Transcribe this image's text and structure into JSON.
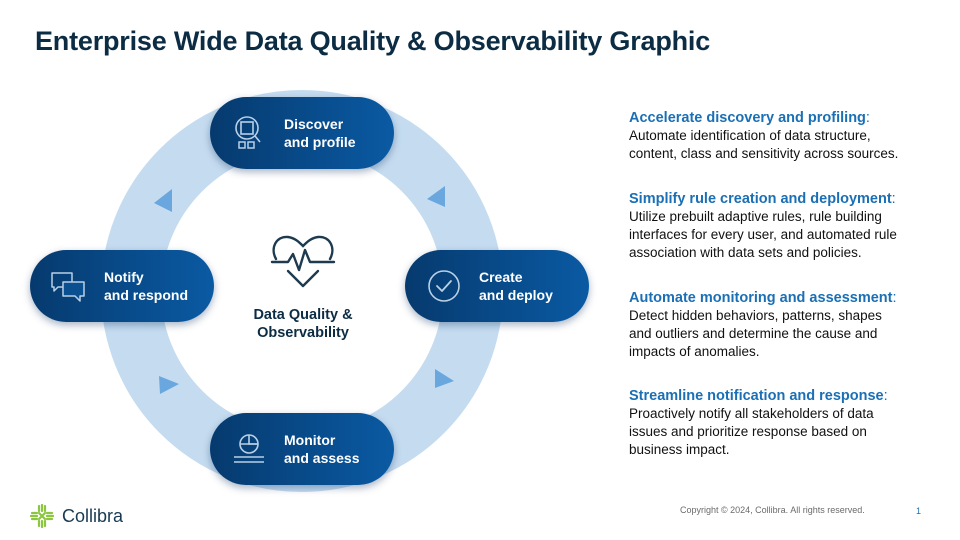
{
  "slide": {
    "title": "Enterprise Wide Data Quality & Observability Graphic"
  },
  "diagram": {
    "center": {
      "icon": "heart-pulse-icon",
      "line1": "Data Quality &",
      "line2": "Observability"
    },
    "steps": [
      {
        "id": "discover",
        "icon": "magnifier-grid-icon",
        "line1": "Discover",
        "line2": "and profile"
      },
      {
        "id": "create",
        "icon": "check-circle-icon",
        "line1": "Create",
        "line2": "and deploy"
      },
      {
        "id": "monitor",
        "icon": "pie-chart-icon",
        "line1": "Monitor",
        "line2": "and assess"
      },
      {
        "id": "notify",
        "icon": "chat-bubbles-icon",
        "line1": "Notify",
        "line2": "and respond"
      }
    ],
    "flow": "counter-clockwise",
    "colors": {
      "ring": "#c5dcf0",
      "arrow": "#6aa7de",
      "pill_start": "#063a6e",
      "pill_end": "#0a5aa3"
    }
  },
  "descriptions": [
    {
      "heading": "Accelerate discovery and profiling",
      "lines": [
        "Automate identification of data structure,",
        "content, class and sensitivity across sources."
      ]
    },
    {
      "heading": "Simplify rule creation and deployment",
      "lines": [
        "Utilize prebuilt adaptive rules, rule building",
        "interfaces for every user, and automated rule",
        "association with data sets and policies."
      ]
    },
    {
      "heading": "Automate monitoring and assessment",
      "lines": [
        "Detect hidden behaviors, patterns, shapes",
        "and outliers and determine the cause and",
        "impacts of anomalies."
      ]
    },
    {
      "heading": "Streamline notification and response",
      "lines": [
        "Proactively notify all stakeholders of data",
        "issues and prioritize response based on",
        "business impact."
      ]
    }
  ],
  "footer": {
    "brand": "Collibra",
    "copyright": "Copyright © 2024, Collibra. All rights reserved.",
    "page_number": "1"
  },
  "colors": {
    "title": "#0c2c44",
    "heading_accent": "#1a6fb5",
    "logo_green": "#8cc63f"
  }
}
